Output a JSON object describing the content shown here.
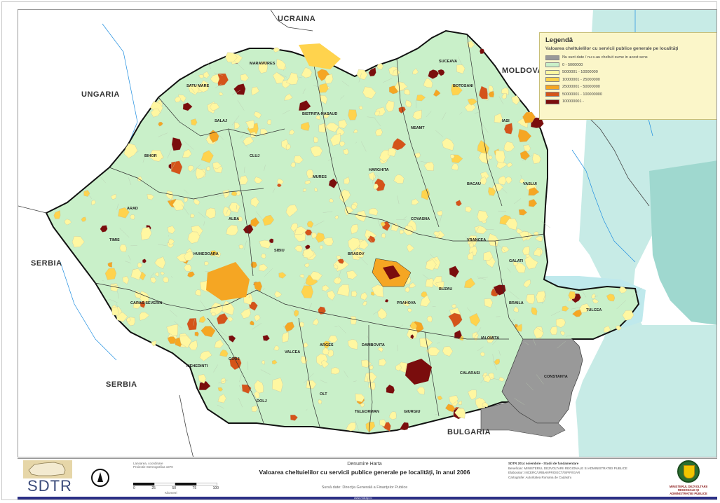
{
  "colors": {
    "sea_deep": "#9fdcd6",
    "sea_light": "#bfe9ec",
    "danube_delta": "#7ec8b5",
    "no_data": "#999999",
    "class1": "#c9f0c9",
    "class2": "#fff7a1",
    "class3": "#ffd34d",
    "class4": "#f5a623",
    "class5": "#d4541a",
    "class6": "#7a0d0d"
  },
  "map": {
    "countries": {
      "ukraina": "UCRAINA",
      "ungaria": "UNGARIA",
      "moldova": "MOLDOVA",
      "serbia_north": "SERBIA",
      "serbia_south": "SERBIA",
      "bulgaria": "BULGARIA"
    },
    "counties": [
      "MARAMURES",
      "SATU MARE",
      "BIHOR",
      "ARAD",
      "TIMIS",
      "CARAS-SEVERIN",
      "HUNEDOARA",
      "ALBA",
      "CLUJ",
      "SALAJ",
      "BISTRITA-NASAUD",
      "SUCEAVA",
      "BOTOSANI",
      "IASI",
      "NEAMT",
      "BACAU",
      "VASLUI",
      "MURES",
      "HARGHITA",
      "SIBIU",
      "BRASOV",
      "COVASNA",
      "VRANCEA",
      "GALATI",
      "BUZAU",
      "BRAILA",
      "TULCEA",
      "PRAHOVA",
      "DAMBOVITA",
      "ARGES",
      "VALCEA",
      "GORJ",
      "MEHEDINTI",
      "DOLJ",
      "OLT",
      "TELEORMAN",
      "GIURGIU",
      "CALARASI",
      "CONSTANTA",
      "IALOMITA"
    ]
  },
  "legend": {
    "title": "Legendă",
    "subtitle": "Valoarea cheltuielilor cu servicii publice generale pe localitāţi",
    "classes": [
      {
        "label": "Nu sunt date / nu s-au cheltuit sume in acest sens",
        "color": "#999999"
      },
      {
        "label": "0 - 5000000",
        "color": "#c9f0c9"
      },
      {
        "label": "5000001 - 10000000",
        "color": "#fff7a1"
      },
      {
        "label": "10000001 - 25000000",
        "color": "#ffd34d"
      },
      {
        "label": "25000001 - 50000000",
        "color": "#f5a623"
      },
      {
        "label": "50000001 - 100000000",
        "color": "#d4541a"
      },
      {
        "label": "100000001 -",
        "color": "#7a0d0d"
      }
    ]
  },
  "footer": {
    "logo_text": "SDTR",
    "scale_header": "Lansarea, coordinare",
    "scale_projection": "Proiectie Stereografica 1970",
    "scale_ticks": [
      "0",
      "25",
      "50",
      "75",
      "100"
    ],
    "scale_unit": "Kilometri",
    "denumire": "Denumire Harta",
    "title": "Valoarea cheltuielilor cu servicii publice generale pe localităţi, în anul 2006",
    "source": "Sursă date: Direcţia Generală a Finanţelor Publice",
    "url": "www.mdrap.ro",
    "info_line1": "SDTR 2014 noiembrie - Studii de fundamentare",
    "info_line2": "Beneficiar: MINISTERUL DEZVOLTARII REGIONALE SI ADMINISTRATIEI PUBLICE",
    "info_line3": "Elaborator: INCERC/URBANPROIECT/ISPIF/IGAR",
    "info_line4": "Cartografie: Autoritatea Romana de Cadastru",
    "ministry_name": "MINISTERUL DEZVOLTĂRII REGIONALE ŞI ADMINISTRAŢIEI PUBLICE"
  }
}
